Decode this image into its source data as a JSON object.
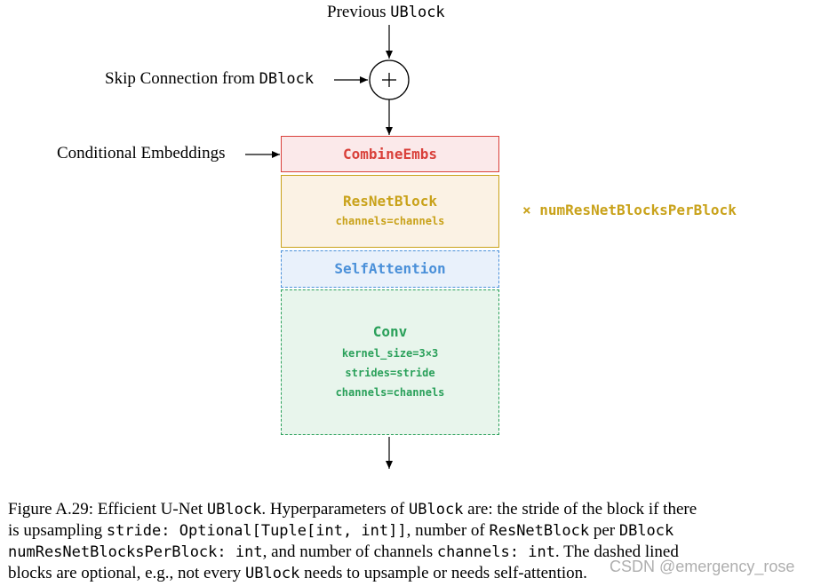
{
  "diagram": {
    "top_label": {
      "prefix": "Previous ",
      "code": "UBlock"
    },
    "skip_label": {
      "prefix": "Skip Connection from ",
      "code": "DBlock"
    },
    "sum_symbol": "+",
    "cond_label": "Conditional Embeddings",
    "repeat_label": "× numResNetBlocksPerBlock",
    "blocks": {
      "combine": {
        "title": "CombineEmbs",
        "color": "#d9403a",
        "fill": "#fbe9ea",
        "border": "#d9403a",
        "style": "solid"
      },
      "resnet": {
        "title": "ResNetBlock",
        "params": [
          "channels=channels"
        ],
        "color": "#c9a21a",
        "fill": "#fbf2e4",
        "border": "#c9a21a",
        "style": "solid"
      },
      "selfattn": {
        "title": "SelfAttention",
        "color": "#4a90d9",
        "fill": "#e9f1fb",
        "border": "#4a90d9",
        "style": "dashed"
      },
      "conv": {
        "title": "Conv",
        "params": [
          "kernel_size=3×3",
          "strides=stride",
          "channels=channels"
        ],
        "color": "#2aa05a",
        "fill": "#e8f5ec",
        "border": "#2aa05a",
        "style": "dashed"
      }
    }
  },
  "caption": {
    "lines": [
      [
        {
          "t": "Figure A.29: Efficient U-Net "
        },
        {
          "t": "UBlock",
          "mono": true
        },
        {
          "t": ". Hyperparameters of "
        },
        {
          "t": "UBlock",
          "mono": true
        },
        {
          "t": " are: the stride of the block if there"
        }
      ],
      [
        {
          "t": "is upsampling "
        },
        {
          "t": "stride: Optional[Tuple[int, int]]",
          "mono": true
        },
        {
          "t": ", number of "
        },
        {
          "t": "ResNetBlock",
          "mono": true
        },
        {
          "t": " per "
        },
        {
          "t": "DBlock",
          "mono": true
        }
      ],
      [
        {
          "t": "numResNetBlocksPerBlock: int",
          "mono": true
        },
        {
          "t": ", and number of channels "
        },
        {
          "t": "channels: int",
          "mono": true
        },
        {
          "t": ". The dashed lined"
        }
      ],
      [
        {
          "t": "blocks are optional, e.g., not every "
        },
        {
          "t": "UBlock",
          "mono": true
        },
        {
          "t": " needs to upsample or needs self-attention."
        }
      ]
    ]
  },
  "watermark": "CSDN @emergency_rose"
}
